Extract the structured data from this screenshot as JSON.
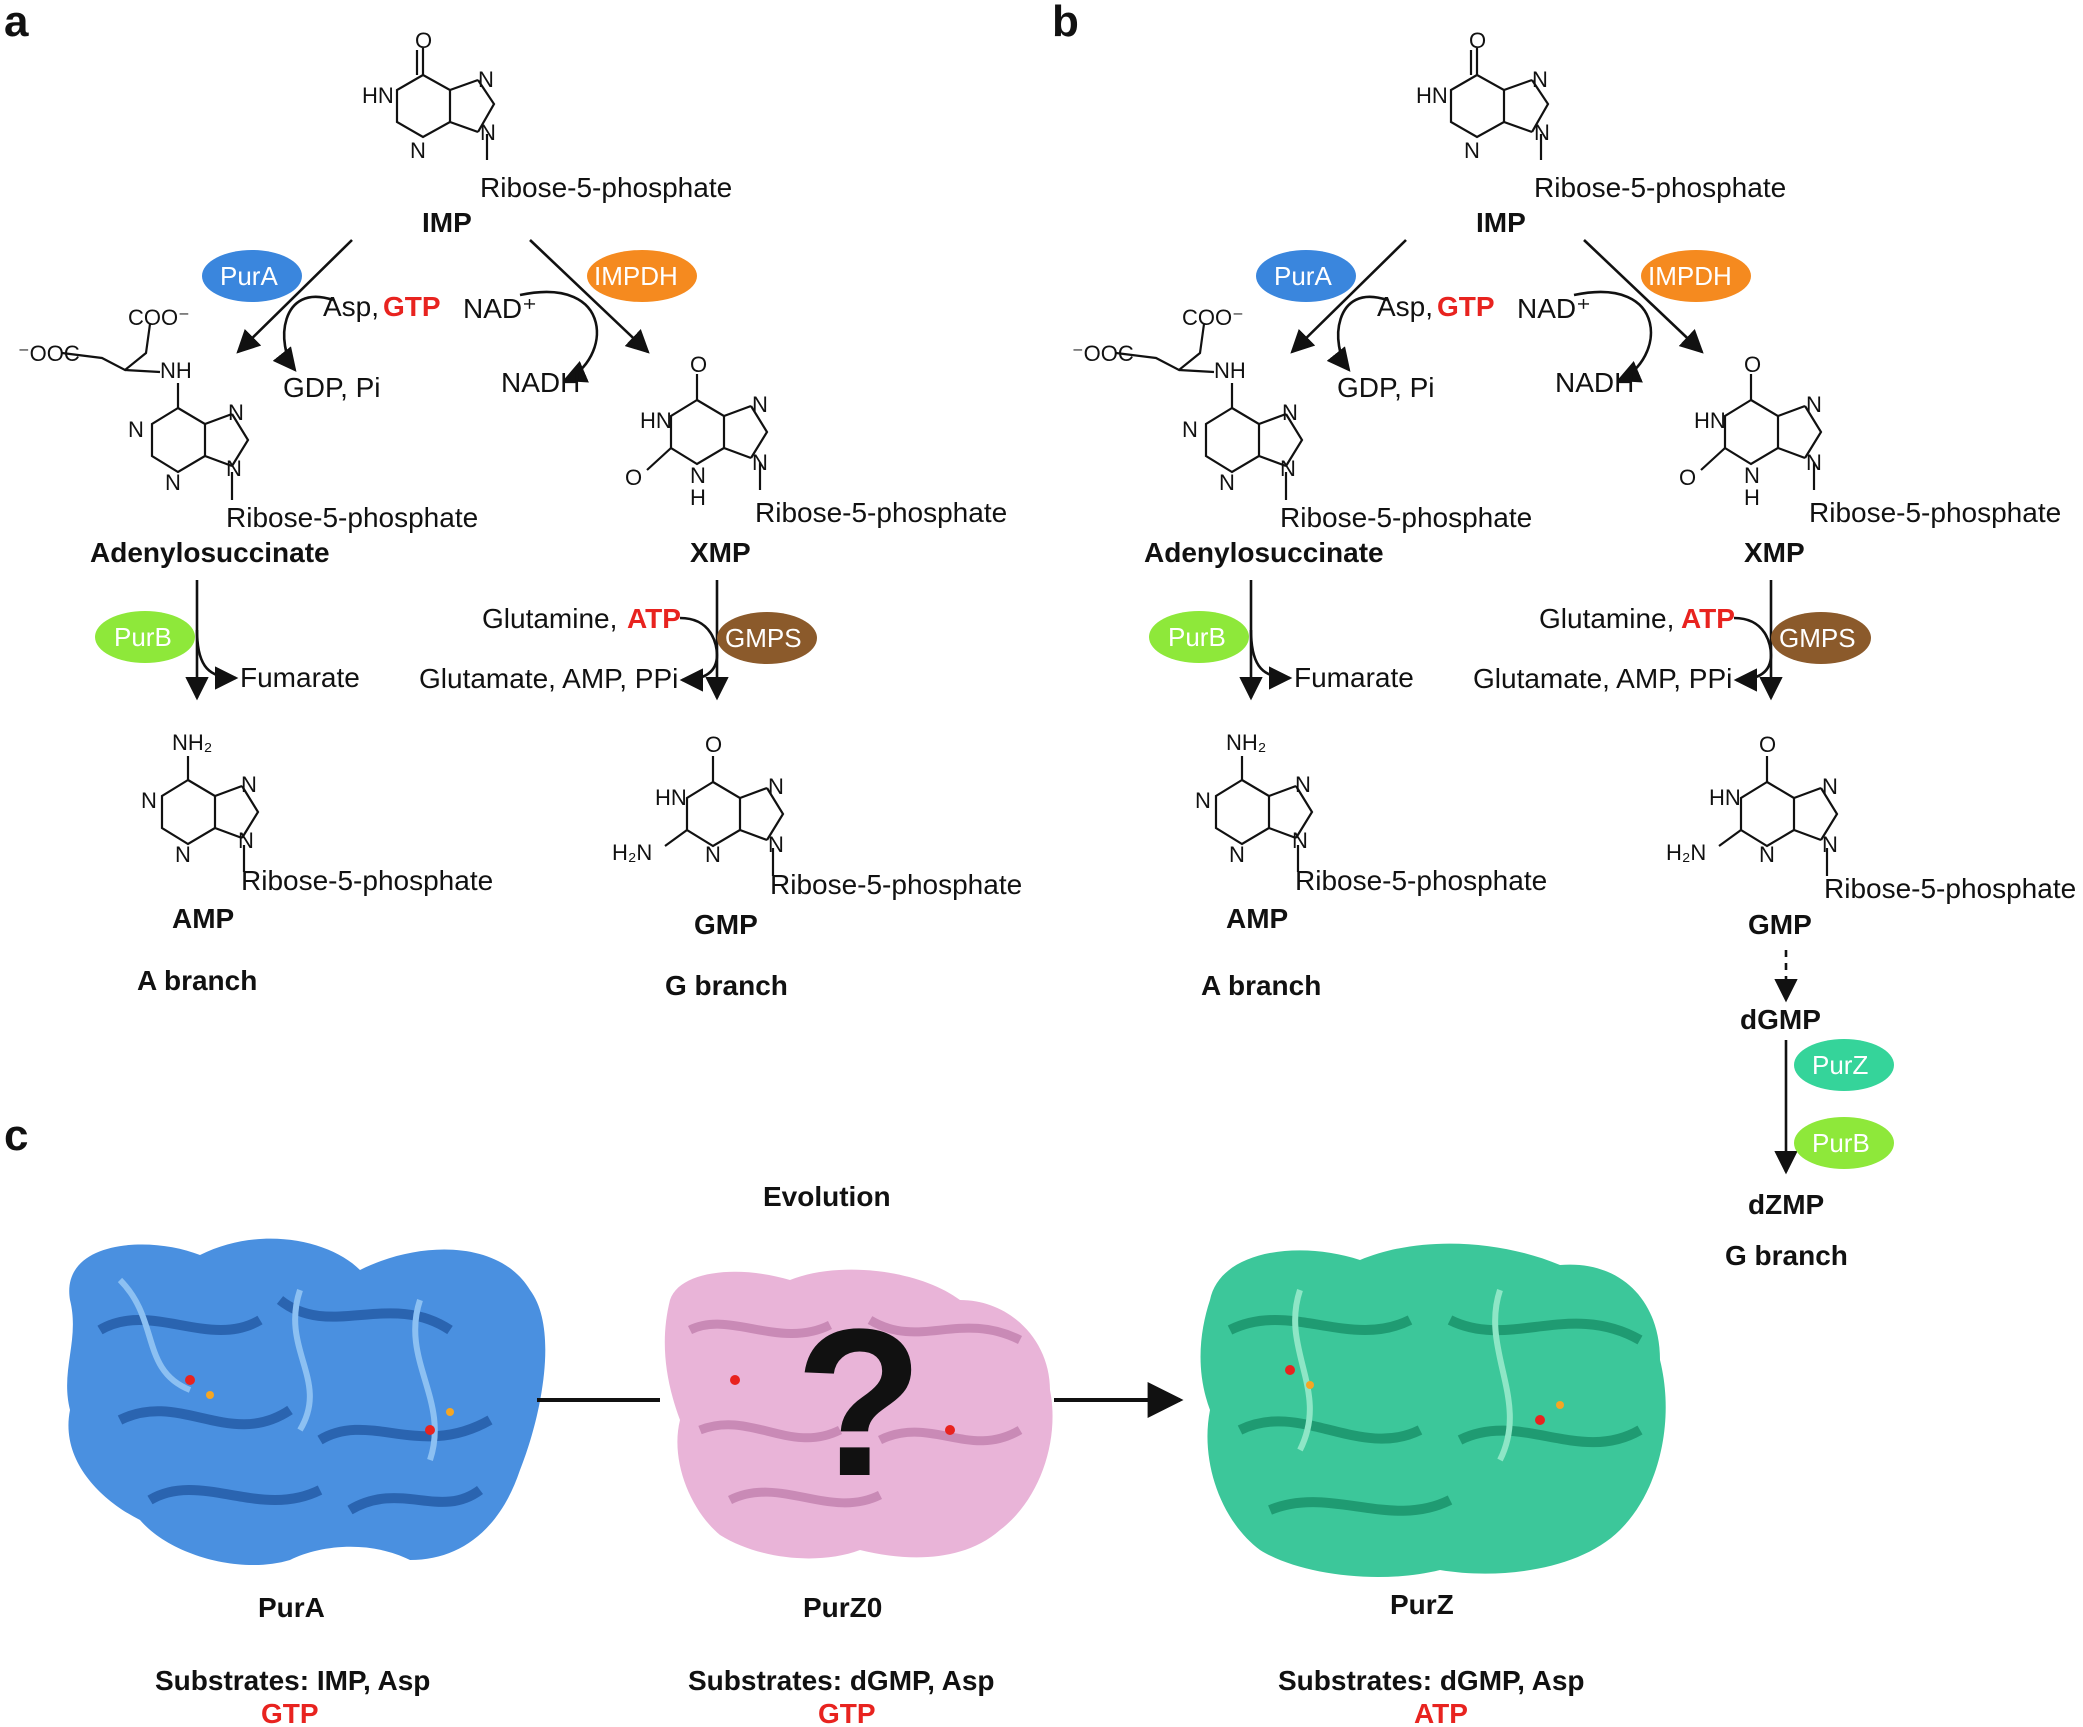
{
  "colors": {
    "PurA": "#3a86dd",
    "IMPDH": "#f58a1f",
    "PurB": "#8ee83a",
    "GMPS": "#8b5a2b",
    "PurZ": "#35d49a",
    "highlight": "#e8231f",
    "purA_protein": "#4a90e0",
    "purZ0_protein": "#e9b4d8",
    "purZ_protein": "#3cc79a"
  },
  "panels": {
    "a": "a",
    "b": "b",
    "c": "c"
  },
  "molecules": {
    "IMP": "IMP",
    "adenylosuccinate": "Adenylosuccinate",
    "XMP": "XMP",
    "AMP": "AMP",
    "GMP": "GMP",
    "dGMP": "dGMP",
    "dZMP": "dZMP",
    "ribose": "Ribose-5-phosphate"
  },
  "atoms": {
    "O": "O",
    "N": "N",
    "HN": "HN",
    "H": "H",
    "NH": "NH",
    "NH2": "NH₂",
    "H2N": "H₂N",
    "COO": "COO⁻",
    "OOC": "⁻OOC"
  },
  "enzymes": {
    "PurA": "PurA",
    "IMPDH": "IMPDH",
    "PurB": "PurB",
    "GMPS": "GMPS",
    "PurZ": "PurZ"
  },
  "cofactors": {
    "asp": "Asp,",
    "gtp": "GTP",
    "nad": "NAD⁺",
    "gdp_pi": "GDP, Pi",
    "nadh": "NADH",
    "fumarate": "Fumarate",
    "glutamine": "Glutamine,",
    "atp": "ATP",
    "glutamate": "Glutamate, AMP, PPi"
  },
  "branches": {
    "A": "A branch",
    "G": "G branch"
  },
  "panel_c": {
    "evolution": "Evolution",
    "question": "?",
    "proteins": [
      {
        "name": "PurA",
        "substrates": "Substrates: IMP, Asp",
        "cofactor": "GTP"
      },
      {
        "name": "PurZ0",
        "substrates": "Substrates: dGMP, Asp",
        "cofactor": "GTP"
      },
      {
        "name": "PurZ",
        "substrates": "Substrates: dGMP, Asp",
        "cofactor": "ATP"
      }
    ]
  }
}
